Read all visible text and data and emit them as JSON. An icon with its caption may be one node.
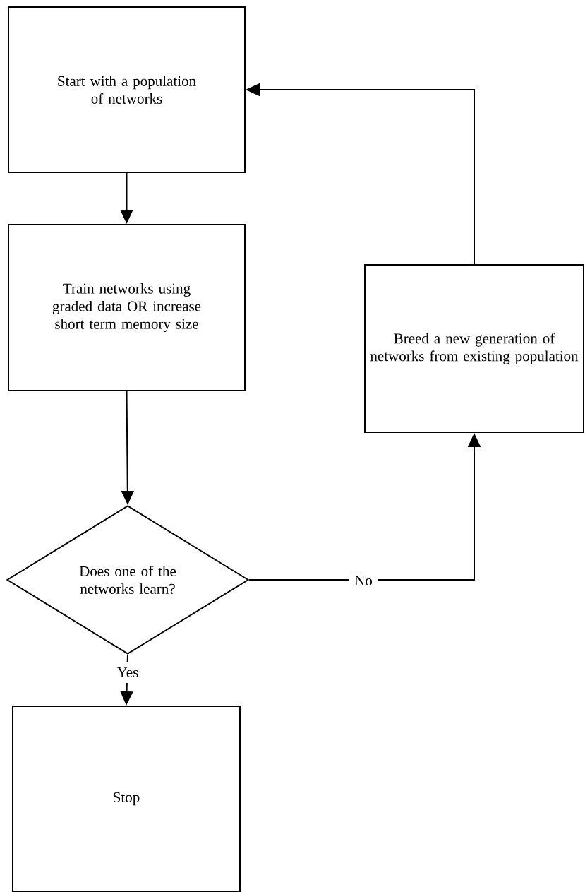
{
  "diagram": {
    "nodes": [
      {
        "text": [
          "Start with a population of networks"
        ]
      },
      {
        "text": [
          "Train networks using graded data OR increase short term memory size"
        ]
      },
      {
        "text": [
          "Does one of the networks learn?"
        ]
      },
      {
        "text": [
          "Breed a new generation of networks from existing population"
        ]
      },
      {
        "text": [
          "Stop"
        ]
      }
    ],
    "edges": [
      {
        "from": 0,
        "to": 1,
        "arrow": "to"
      },
      {
        "from": 1,
        "to": 2,
        "arrow": "to"
      },
      {
        "from": 2,
        "to": 3,
        "arrow": "to",
        "label": "No"
      },
      {
        "from": 2,
        "to": 4,
        "arrow": "to",
        "label": "Yes"
      },
      {
        "from": 3,
        "to": 0,
        "arrow": "to"
      }
    ]
  }
}
